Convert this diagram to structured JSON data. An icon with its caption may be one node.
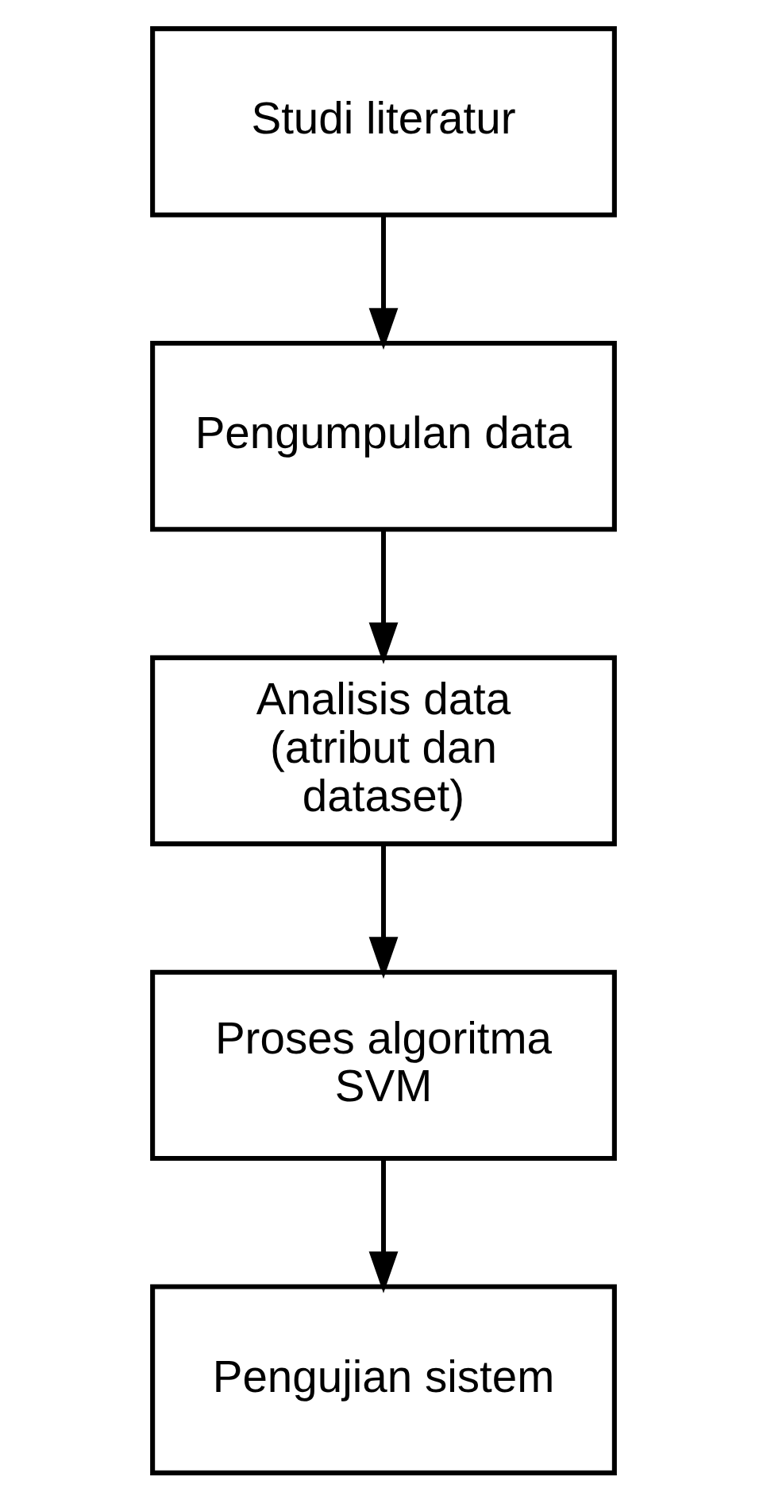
{
  "diagram": {
    "nodes": [
      {
        "text": [
          "Studi literatur"
        ]
      },
      {
        "text": [
          "Pengumpulan data"
        ]
      },
      {
        "text": [
          "Analisis data (atribut dan dataset)"
        ]
      },
      {
        "text": [
          "Proses algoritma SVM"
        ]
      },
      {
        "text": [
          "Pengujian sistem"
        ]
      }
    ],
    "edges": [
      {
        "from": 0,
        "to": 1,
        "arrow": "to"
      },
      {
        "from": 1,
        "to": 2,
        "arrow": "to"
      },
      {
        "from": 2,
        "to": 3,
        "arrow": "to"
      },
      {
        "from": 3,
        "to": 4,
        "arrow": "to"
      }
    ]
  }
}
